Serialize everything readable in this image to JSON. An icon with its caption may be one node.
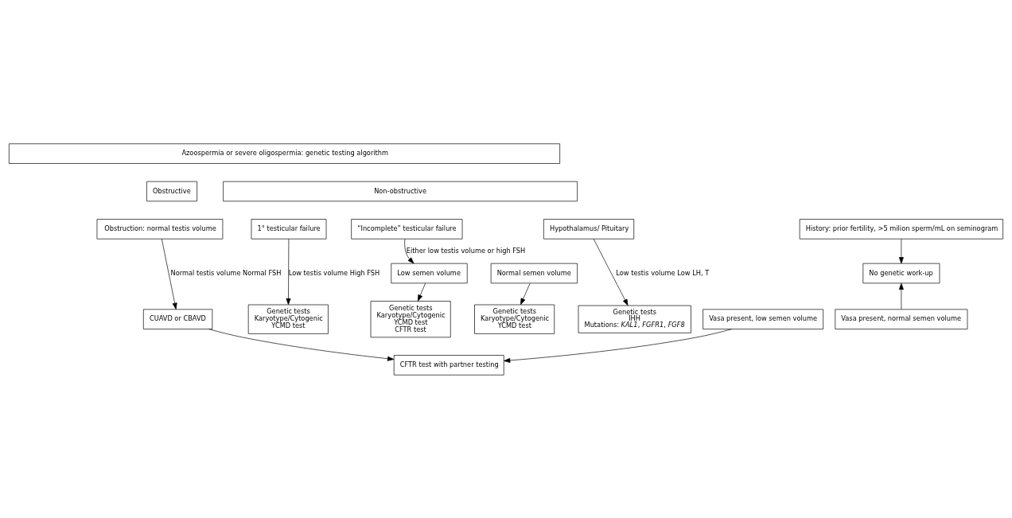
{
  "diagram": {
    "nodes": [
      {
        "text": [
          "Azoospermia or severe oligospermia: genetic testing algorithm"
        ]
      },
      {
        "text": [
          "Obstructive"
        ]
      },
      {
        "text": [
          "Non-obstructive"
        ]
      },
      {
        "text": [
          "History: prior fertility, >5 milion sperm/mL on seminogram"
        ]
      },
      {
        "text": [
          "Obstruction: normal testis volume"
        ]
      },
      {
        "text": [
          "1° testicular failure"
        ]
      },
      {
        "text": [
          "“Incomplete” testicular failure"
        ]
      },
      {
        "text": [
          "Hypothalamus/ Pituitary"
        ]
      },
      {
        "text": [
          "No genetic work-up"
        ]
      },
      {
        "text": [
          "Low semen volume"
        ]
      },
      {
        "text": [
          "Normal semen volume"
        ]
      },
      {
        "text": [
          "Vasa present, normal semen volume"
        ]
      },
      {
        "text": [
          "CUAVD or CBAVD"
        ]
      },
      {
        "text": [
          "Vasa present, low semen volume"
        ]
      },
      {
        "text": [
          "Genetic tests",
          "Karyotype/Cytogenic",
          "YCMD test"
        ]
      },
      {
        "text": [
          "Genetic tests",
          "Karyotype/Cytogenic",
          "YCMD test",
          "CFTR test"
        ]
      },
      {
        "text": [
          "Genetic tests",
          "Karyotype/Cytogenic",
          "YCMD test"
        ]
      },
      {
        "text": [
          "Genetic tests",
          "IHH",
          "Mutations: *KAL1*, *FGFR1*, *FGF8*"
        ]
      },
      {
        "text": [
          "CFTR test with partner testing"
        ]
      }
    ],
    "edges": [
      {
        "from": 3,
        "to": 8,
        "arrow": "to"
      },
      {
        "from": 11,
        "to": 8,
        "arrow": "to"
      },
      {
        "from": 4,
        "to": 12,
        "arrow": "to",
        "label": "Normal testis volume Normal FSH"
      },
      {
        "from": 5,
        "to": 14,
        "arrow": "to",
        "label": "Low testis volume High FSH"
      },
      {
        "from": 6,
        "to": 9,
        "arrow": "to",
        "label": "Either low testis volume or high FSH"
      },
      {
        "from": 9,
        "to": 15,
        "arrow": "to"
      },
      {
        "from": 10,
        "to": 16,
        "arrow": "to"
      },
      {
        "from": 7,
        "to": 17,
        "arrow": "to",
        "label": "Low testis volume Low LH, T"
      },
      {
        "from": 12,
        "to": 18,
        "arrow": "to"
      },
      {
        "from": 13,
        "to": 18,
        "arrow": "to"
      }
    ]
  }
}
